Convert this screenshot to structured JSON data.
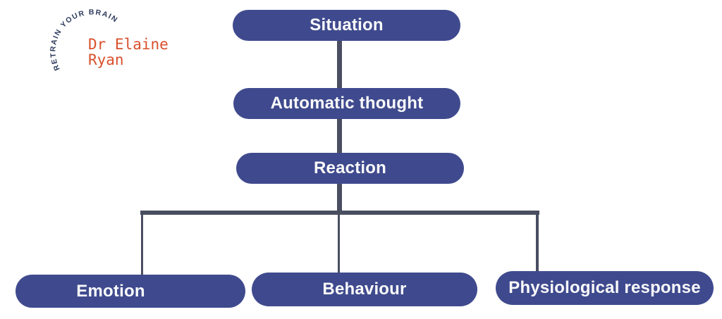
{
  "logo": {
    "arc_text": "RETRAIN YOUR BRAIN",
    "name_line1": "Dr Elaine",
    "name_line2": "Ryan"
  },
  "colors": {
    "node_fill": "#3f4a8e",
    "node_text": "#fafafa",
    "connector": "#4a4e61",
    "background": "#ffffff",
    "arc_color": "#2d3a5c",
    "name_color": "#d9502c"
  },
  "diagram": {
    "type": "flowchart",
    "nodes": {
      "situation": {
        "label": "Situation"
      },
      "automatic_thought": {
        "label": "Automatic thought"
      },
      "reaction": {
        "label": "Reaction"
      },
      "emotion": {
        "label": "Emotion"
      },
      "behaviour": {
        "label": "Behaviour"
      },
      "physiological_response": {
        "label": "Physiological response"
      }
    },
    "edges": [
      {
        "from": "situation",
        "to": "automatic_thought"
      },
      {
        "from": "automatic_thought",
        "to": "reaction"
      },
      {
        "from": "reaction",
        "to": "emotion"
      },
      {
        "from": "reaction",
        "to": "behaviour"
      },
      {
        "from": "reaction",
        "to": "physiological_response"
      }
    ]
  }
}
